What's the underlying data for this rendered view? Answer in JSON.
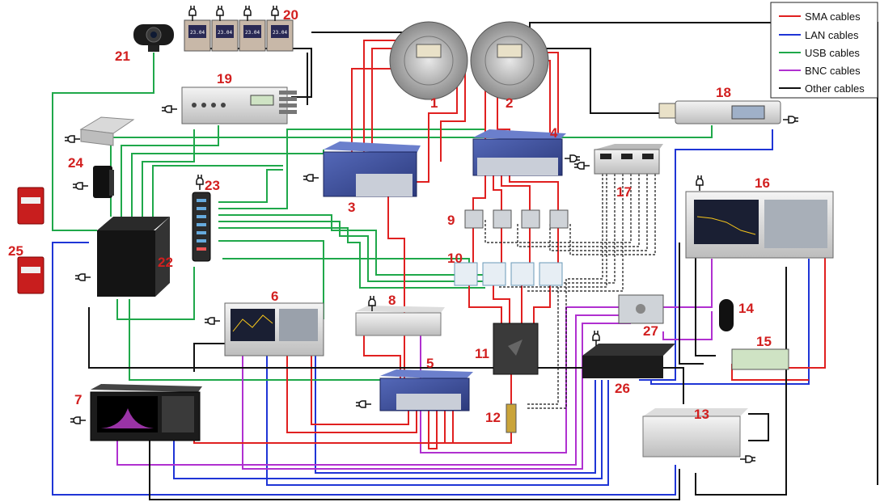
{
  "legend": {
    "items": [
      {
        "label": "SMA cables",
        "color": "#e02020"
      },
      {
        "label": "LAN cables",
        "color": "#1f35d6"
      },
      {
        "label": "USB cables",
        "color": "#1fa84a"
      },
      {
        "label": "BNC cables",
        "color": "#b030d0"
      },
      {
        "label": "Other cables",
        "color": "#111111"
      }
    ]
  },
  "labels": {
    "n1": "1",
    "n2": "2",
    "n3": "3",
    "n4": "4",
    "n5": "5",
    "n6": "6",
    "n7": "7",
    "n8": "8",
    "n9": "9",
    "n10": "10",
    "n11": "11",
    "n12": "12",
    "n13": "13",
    "n14": "14",
    "n15": "15",
    "n16": "16",
    "n17": "17",
    "n18": "18",
    "n19": "19",
    "n20": "20",
    "n21": "21",
    "n22": "22",
    "n23": "23",
    "n24": "24",
    "n25": "25",
    "n26": "26",
    "n27": "27"
  },
  "colors": {
    "sma": "#e02020",
    "lan": "#1f35d6",
    "usb": "#1fa84a",
    "bnc": "#b030d0",
    "other": "#111111",
    "number": "#d21f1f"
  },
  "readouts": {
    "d1": "23.04",
    "d2": "23.04",
    "d3": "23.04",
    "d4": "23.04"
  },
  "icons": [
    "power-plug-icon",
    "webcam-icon",
    "hard-drive-icon",
    "antenna-icon"
  ]
}
